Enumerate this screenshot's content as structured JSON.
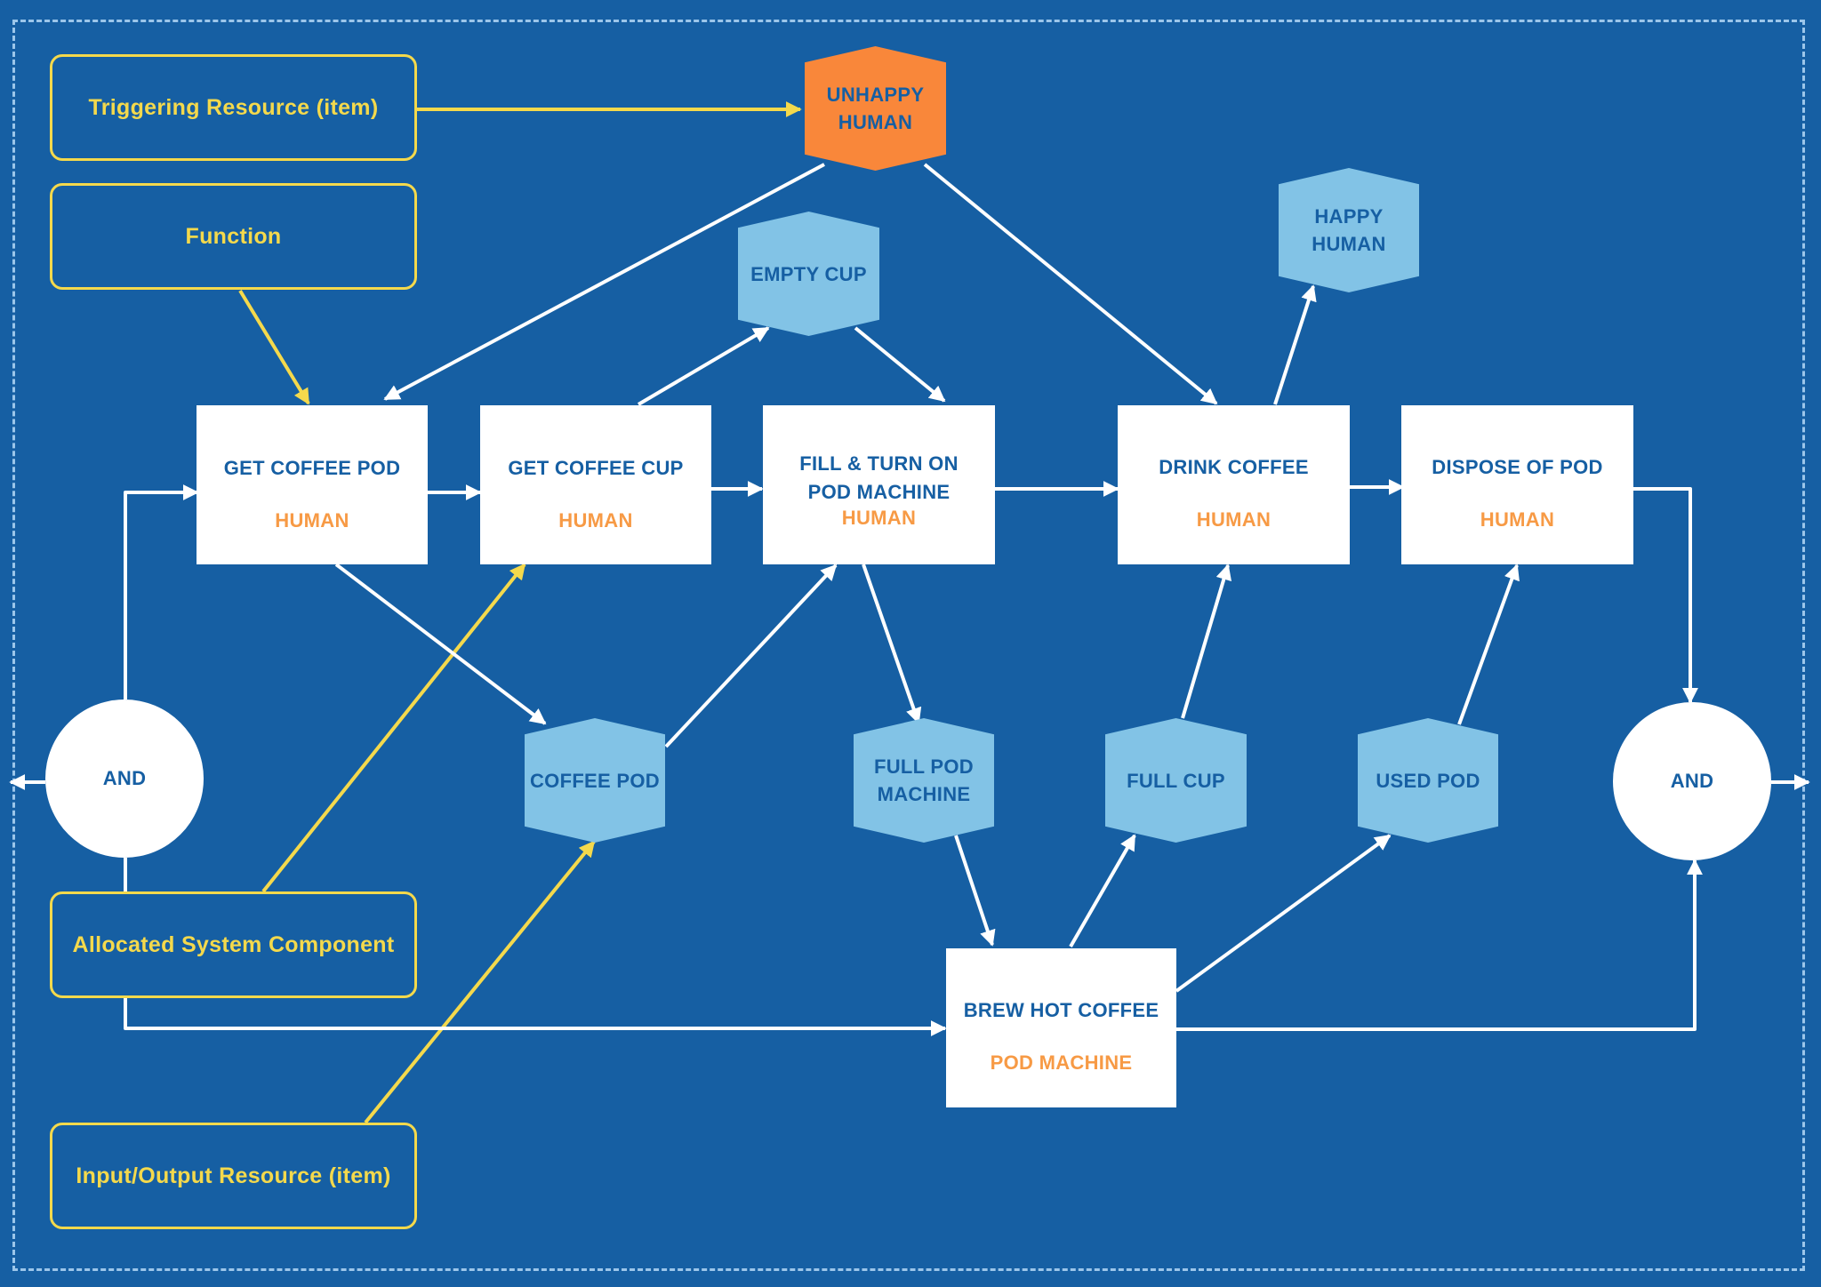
{
  "legend": {
    "triggering_resource": "Triggering Resource (item)",
    "function": "Function",
    "allocated_component": "Allocated System Component",
    "io_resource": "Input/Output Resource (item)"
  },
  "functions": {
    "get_coffee_pod": {
      "title": "GET COFFEE POD",
      "component": "HUMAN"
    },
    "get_coffee_cup": {
      "title": "GET COFFEE CUP",
      "component": "HUMAN"
    },
    "fill_turn_on": {
      "title_line1": "FILL & TURN ON",
      "title_line2": "POD MACHINE",
      "component": "HUMAN"
    },
    "drink_coffee": {
      "title": "DRINK COFFEE",
      "component": "HUMAN"
    },
    "dispose_pod": {
      "title": "DISPOSE OF POD",
      "component": "HUMAN"
    },
    "brew_hot_coffee": {
      "title": "BREW HOT COFFEE",
      "component": "POD MACHINE"
    }
  },
  "resources": {
    "unhappy_human": {
      "line1": "UNHAPPY",
      "line2": "HUMAN"
    },
    "happy_human": {
      "line1": "HAPPY",
      "line2": "HUMAN"
    },
    "empty_cup": "EMPTY CUP",
    "coffee_pod": "COFFEE POD",
    "full_pod_machine": {
      "line1": "FULL POD",
      "line2": "MACHINE"
    },
    "full_cup": "FULL CUP",
    "used_pod": "USED POD"
  },
  "gates": {
    "left": "AND",
    "right": "AND"
  },
  "colors": {
    "background": "#165fa3",
    "legend": "#f4d94c",
    "function_box": "#ffffff",
    "component_text": "#f79a45",
    "resource": "#82c3e6",
    "triggering": "#f9873a",
    "connector": "#ffffff"
  }
}
